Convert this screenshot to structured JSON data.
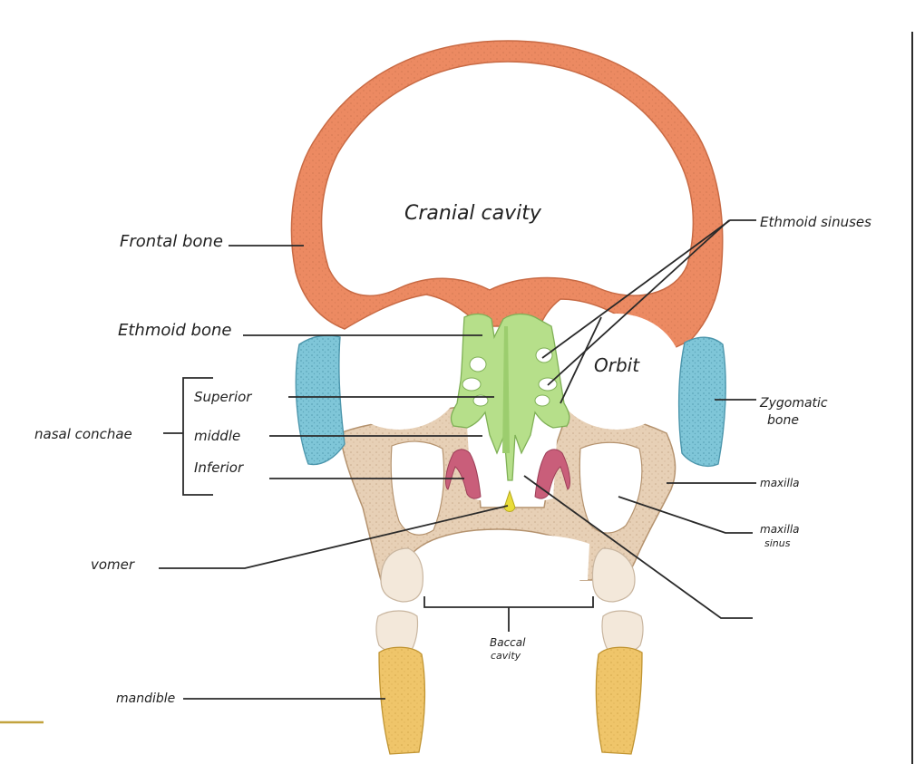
{
  "labels": {
    "cranial_cavity": "Cranial cavity",
    "frontal_bone": "Frontal bone",
    "ethmoid_sinuses": "Ethmoid sinuses",
    "ethmoid_bone": "Ethmoid bone",
    "orbit": "Orbit",
    "nasal_conchae": "nasal conchae",
    "superior": "Superior",
    "middle": "middle",
    "inferior": "Inferior",
    "zygomatic_bone_1": "Zygomatic",
    "zygomatic_bone_2": "bone",
    "maxilla": "maxilla",
    "maxilla_sinus_1": "maxilla",
    "maxilla_sinus_2": "sinus",
    "vomer": "vomer",
    "baccal_cavity_1": "Baccal",
    "baccal_cavity_2": "cavity",
    "mandible": "mandible"
  },
  "colors": {
    "frontal_bone": "#ec8a62",
    "zygomatic": "#7fc6d8",
    "ethmoid": "#b6df8a",
    "maxilla": "#e7d0b6",
    "concha_inferior": "#c95e7a",
    "vomer": "#e9dc3a",
    "teeth": "#f3e8da",
    "mandible": "#efc56a",
    "accent_line": "#c2a33e"
  }
}
